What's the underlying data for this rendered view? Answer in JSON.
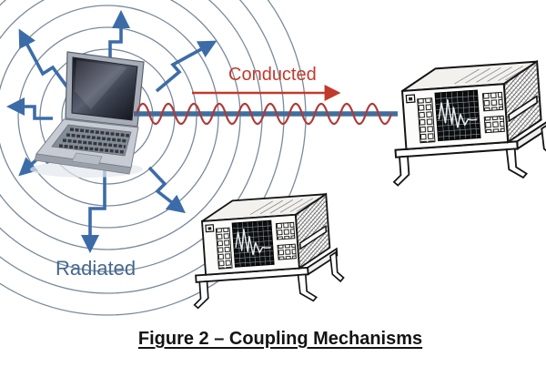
{
  "figure": {
    "caption": "Figure 2 – Coupling Mechanisms",
    "conducted_label": "Conducted",
    "radiated_label": "Radiated",
    "colors": {
      "conducted_red": "#c2392b",
      "signal_wave_red": "#b03a36",
      "radiated_blue": "#44688f",
      "cable_blue": "#406e9e",
      "wavefront_gray_blue": "#6b7e92",
      "emission_arrow_blue": "#3c6ca8",
      "caption_black": "#141414"
    }
  }
}
